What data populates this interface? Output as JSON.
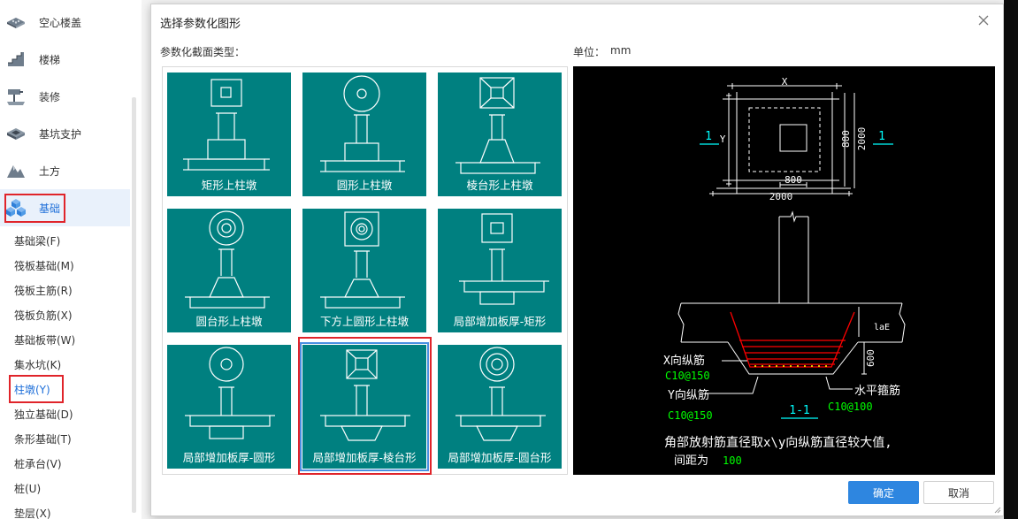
{
  "sidebar": {
    "categories": [
      {
        "label": "空心楼盖",
        "icon": "hollow-slab-icon"
      },
      {
        "label": "楼梯",
        "icon": "stairs-icon"
      },
      {
        "label": "装修",
        "icon": "decoration-icon"
      },
      {
        "label": "基坑支护",
        "icon": "pit-support-icon"
      },
      {
        "label": "土方",
        "icon": "earthwork-icon"
      },
      {
        "label": "基础",
        "icon": "foundation-icon"
      }
    ],
    "active_category": "基础",
    "sub_items": [
      "基础梁(F)",
      "筏板基础(M)",
      "筏板主筋(R)",
      "筏板负筋(X)",
      "基础板带(W)",
      "集水坑(K)",
      "柱墩(Y)",
      "独立基础(D)",
      "条形基础(T)",
      "桩承台(V)",
      "桩(U)",
      "垫层(X)"
    ],
    "selected_sub_item": "柱墩(Y)"
  },
  "dialog": {
    "title": "选择参数化图形",
    "section_label": "参数化截面类型：",
    "unit_label": "单位：",
    "unit_value": "mm",
    "shapes": [
      {
        "label": "矩形上柱墩"
      },
      {
        "label": "圆形上柱墩"
      },
      {
        "label": "棱台形上柱墩"
      },
      {
        "label": "圆台形上柱墩"
      },
      {
        "label": "下方上圆形上柱墩"
      },
      {
        "label": "局部增加板厚-矩形"
      },
      {
        "label": "局部增加板厚-圆形"
      },
      {
        "label": "局部增加板厚-棱台形"
      },
      {
        "label": "局部增加板厚-圆台形"
      }
    ],
    "selected_shape": "局部增加板厚-棱台形",
    "preview": {
      "dim_x": "X",
      "dim_y": "Y",
      "inner_width": "800",
      "outer_width": "2000",
      "inner_height": "800",
      "outer_height": "2000",
      "section_mark_left": "1",
      "section_mark_right": "1",
      "lae_label": "laE",
      "depth": "600",
      "x_rebar_label": "X向纵筋",
      "x_rebar_value": "C10@150",
      "y_rebar_label": "Y向纵筋",
      "y_rebar_value": "C10@150",
      "stirrup_label": "水平箍筋",
      "stirrup_value": "C10@100",
      "section_title": "1-1",
      "note_line1": "角部放射筋直径取x\\y向纵筋直径较大值,",
      "note_line2_prefix": "间距为",
      "note_line2_value": "100"
    },
    "ok_label": "确定",
    "cancel_label": "取消"
  },
  "colors": {
    "tile_bg": "#008080",
    "accent_blue": "#2e86e0",
    "highlight_red": "#e0242a",
    "cad_green": "#00ff00",
    "cad_cyan": "#00ffff",
    "cad_red": "#ff0000",
    "cad_yellow": "#ffff00"
  }
}
